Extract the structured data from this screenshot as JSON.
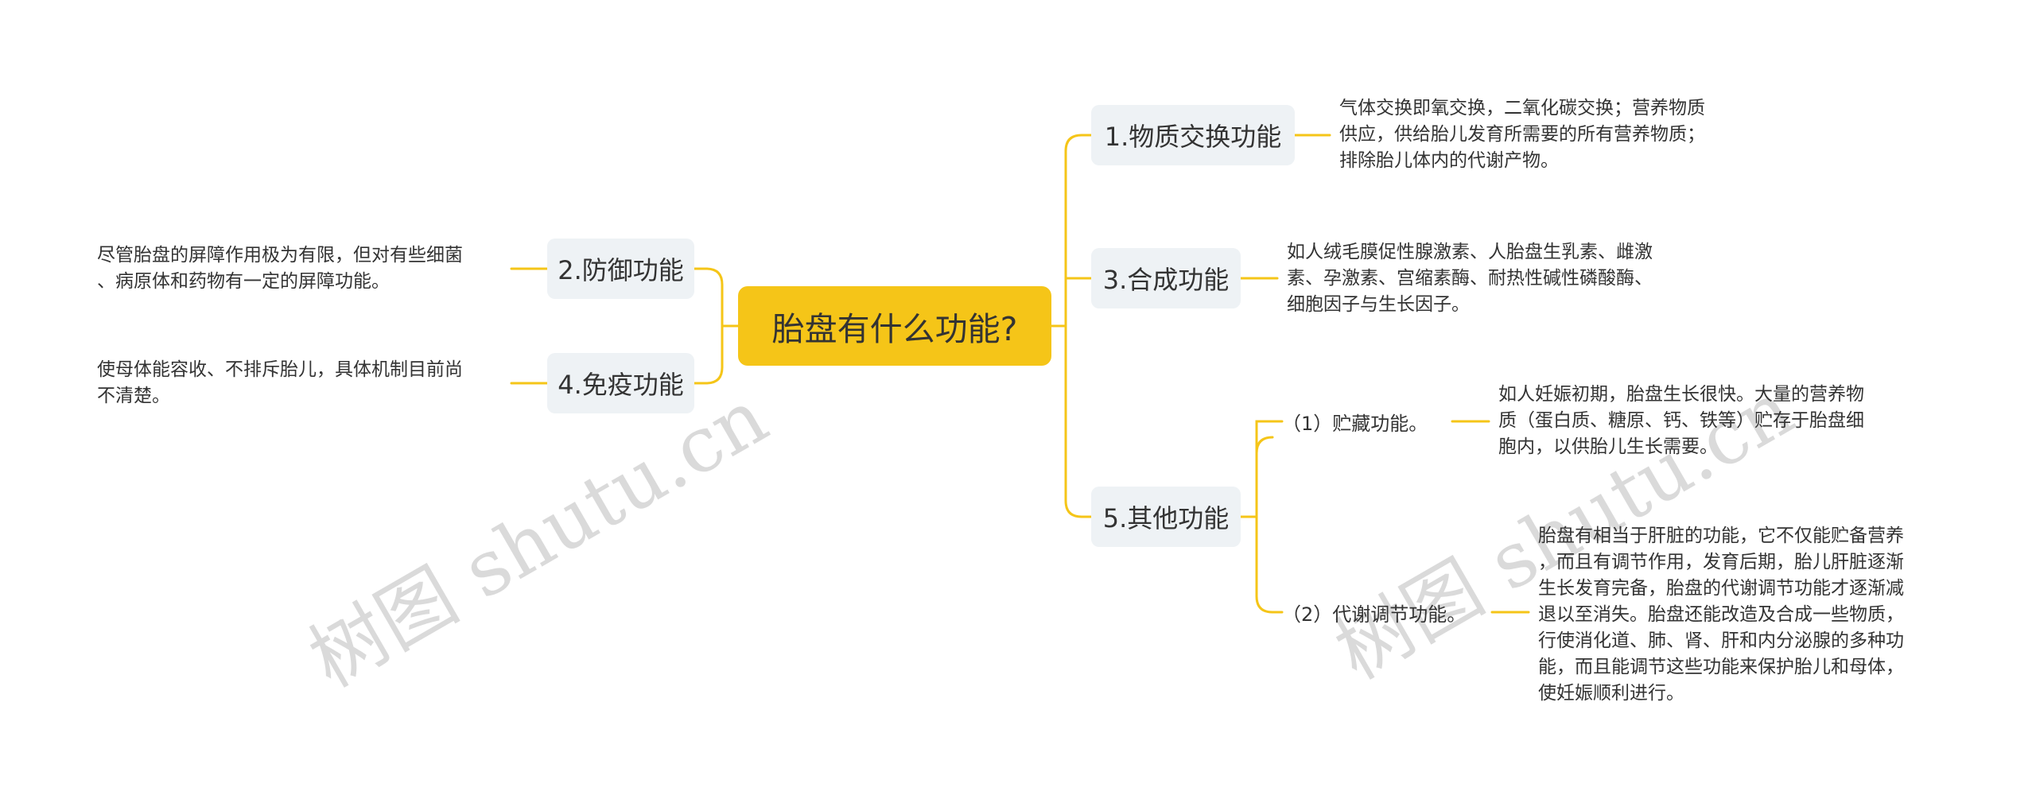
{
  "root": {
    "label": "胎盘有什么功能?"
  },
  "branches": {
    "b1": {
      "label": "1.物质交换功能",
      "text": [
        "气体交换即氧交换，二氧化碳交换；营养物质",
        "供应，供给胎儿发育所需要的所有营养物质；",
        "排除胎儿体内的代谢产物。"
      ]
    },
    "b3": {
      "label": "3.合成功能",
      "text": [
        "如人绒毛膜促性腺激素、人胎盘生乳素、雌激",
        "素、孕激素、宫缩素酶、耐热性碱性磷酸酶、",
        "细胞因子与生长因子。"
      ]
    },
    "b5": {
      "label": "5.其他功能",
      "sub1": {
        "label": "（1）贮藏功能。",
        "text": [
          "如人妊娠初期，胎盘生长很快。大量的营养物",
          "质（蛋白质、糖原、钙、铁等）贮存于胎盘细",
          "胞内，以供胎儿生长需要。"
        ]
      },
      "sub2": {
        "label": "（2）代谢调节功能。",
        "text": [
          "胎盘有相当于肝脏的功能，它不仅能贮备营养",
          "，而且有调节作用，发育后期，胎儿肝脏逐渐",
          "生长发育完备，胎盘的代谢调节功能才逐渐减",
          "退以至消失。胎盘还能改造及合成一些物质，",
          "行使消化道、肺、肾、肝和内分泌腺的多种功",
          "能，而且能调节这些功能来保护胎儿和母体，",
          "使妊娠顺利进行。"
        ]
      }
    },
    "b2": {
      "label": "2.防御功能",
      "text": [
        "尽管胎盘的屏障作用极为有限，但对有些细菌",
        "、病原体和药物有一定的屏障功能。"
      ]
    },
    "b4": {
      "label": "4.免疫功能",
      "text": [
        "使母体能容收、不排斥胎儿，具体机制目前尚",
        "不清楚。"
      ]
    }
  },
  "watermarks": [
    "树图 shutu.cn",
    "树图 shutu.cn"
  ],
  "colors": {
    "connector": "#f5c518",
    "root_bg": "#f5c518",
    "branch_bg": "#eef2f5"
  }
}
